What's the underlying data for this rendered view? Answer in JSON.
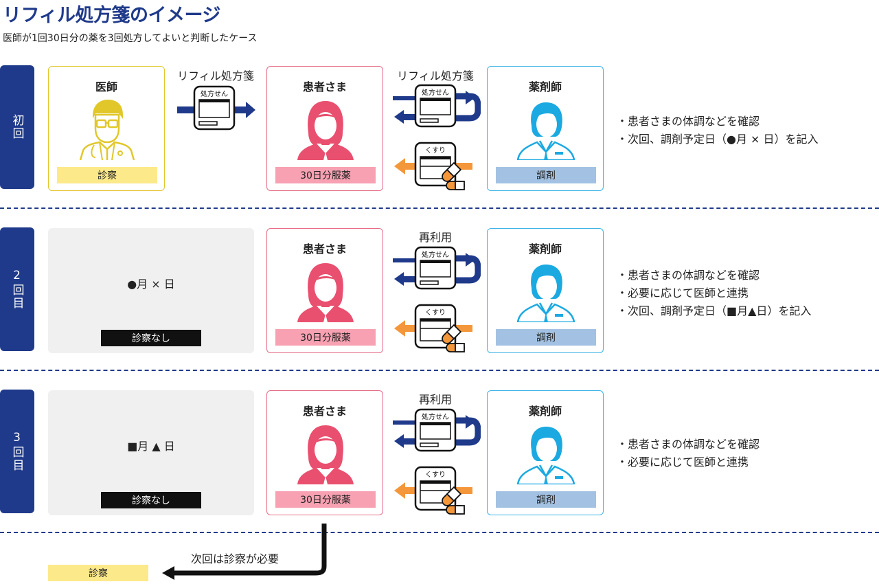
{
  "title": "リフィル処方箋のイメージ",
  "subtitle": "医師が1回30日分の薬を3回処方してよいと判断したケース",
  "labels": {
    "doctor": "医師",
    "patient": "患者さま",
    "pharmacist": "薬剤師",
    "exam": "診察",
    "no_exam": "診察なし",
    "medicine": "30日分服薬",
    "dispense": "調剤",
    "refill_rx": "リフィル処方箋",
    "reuse": "再利用",
    "rx_card": "処方せん",
    "medicine_card": "くすり"
  },
  "rows": [
    {
      "phase": "初回",
      "date": "",
      "notes": [
        "・患者さまの体調などを確認",
        "・次回、調剤予定日（●月 × 日）を記入"
      ]
    },
    {
      "phase": "2回目",
      "date": "●月 × 日",
      "notes": [
        "・患者さまの体調などを確認",
        "・必要に応じて医師と連携",
        "・次回、調剤予定日（■月▲日）を記入"
      ]
    },
    {
      "phase": "3回目",
      "date": "■月 ▲ 日",
      "notes": [
        "・患者さまの体調などを確認",
        "・必要に応じて医師と連携"
      ]
    }
  ],
  "final": {
    "label": "次回は診察が必要",
    "exam": "診察"
  },
  "colors": {
    "navy": "#1f3a8a",
    "doctor": "#e1c72a",
    "patient": "#e9506f",
    "pharmacist": "#1ba9e1",
    "orange": "#f4973a"
  }
}
